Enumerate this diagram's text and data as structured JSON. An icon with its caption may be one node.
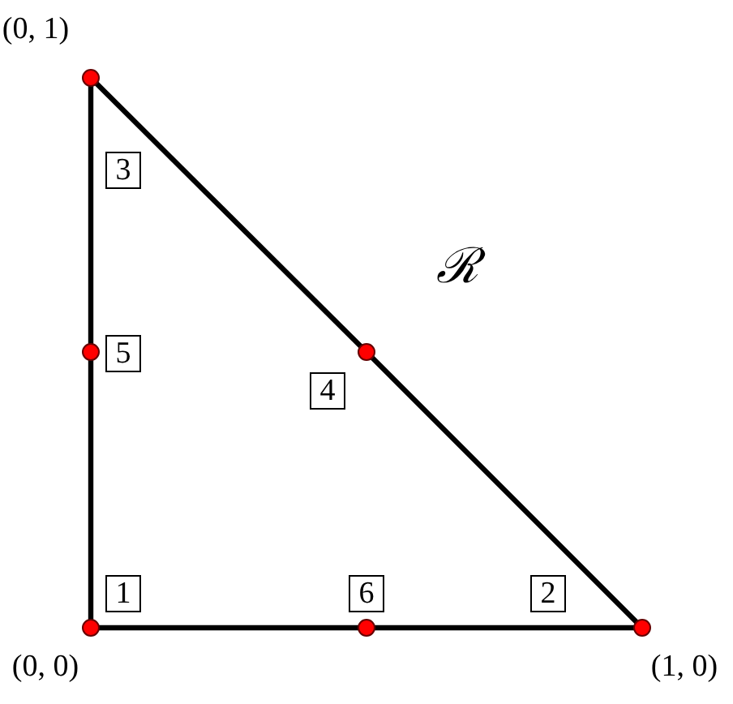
{
  "diagram": {
    "nodes": [
      {
        "text": [],
        "shape": "circle",
        "beside": [
          "(0, 1)"
        ]
      },
      {
        "text": [
          "3"
        ]
      },
      {
        "text": [],
        "shape": "circle"
      },
      {
        "text": [
          "5"
        ]
      },
      {
        "text": [],
        "shape": "circle"
      },
      {
        "text": [
          "4"
        ]
      },
      {
        "text": [
          "1"
        ]
      },
      {
        "text": [
          "6"
        ]
      },
      {
        "text": [
          "2"
        ]
      },
      {
        "text": [],
        "shape": "circle",
        "beside": [
          "(0, 0)"
        ]
      },
      {
        "text": [],
        "shape": "circle"
      },
      {
        "text": [],
        "shape": "circle",
        "beside": [
          "(1, 0)"
        ]
      }
    ],
    "edges": [
      {
        "from": 0,
        "to": 2,
        "arrow": "none"
      },
      {
        "from": 2,
        "to": 9,
        "arrow": "none"
      },
      {
        "from": 9,
        "to": 10,
        "arrow": "none"
      },
      {
        "from": 10,
        "to": 11,
        "arrow": "none"
      },
      {
        "from": 11,
        "to": 4,
        "arrow": "none"
      },
      {
        "from": 4,
        "to": 0,
        "arrow": "none"
      }
    ],
    "labels": [
      "ℛ"
    ]
  }
}
